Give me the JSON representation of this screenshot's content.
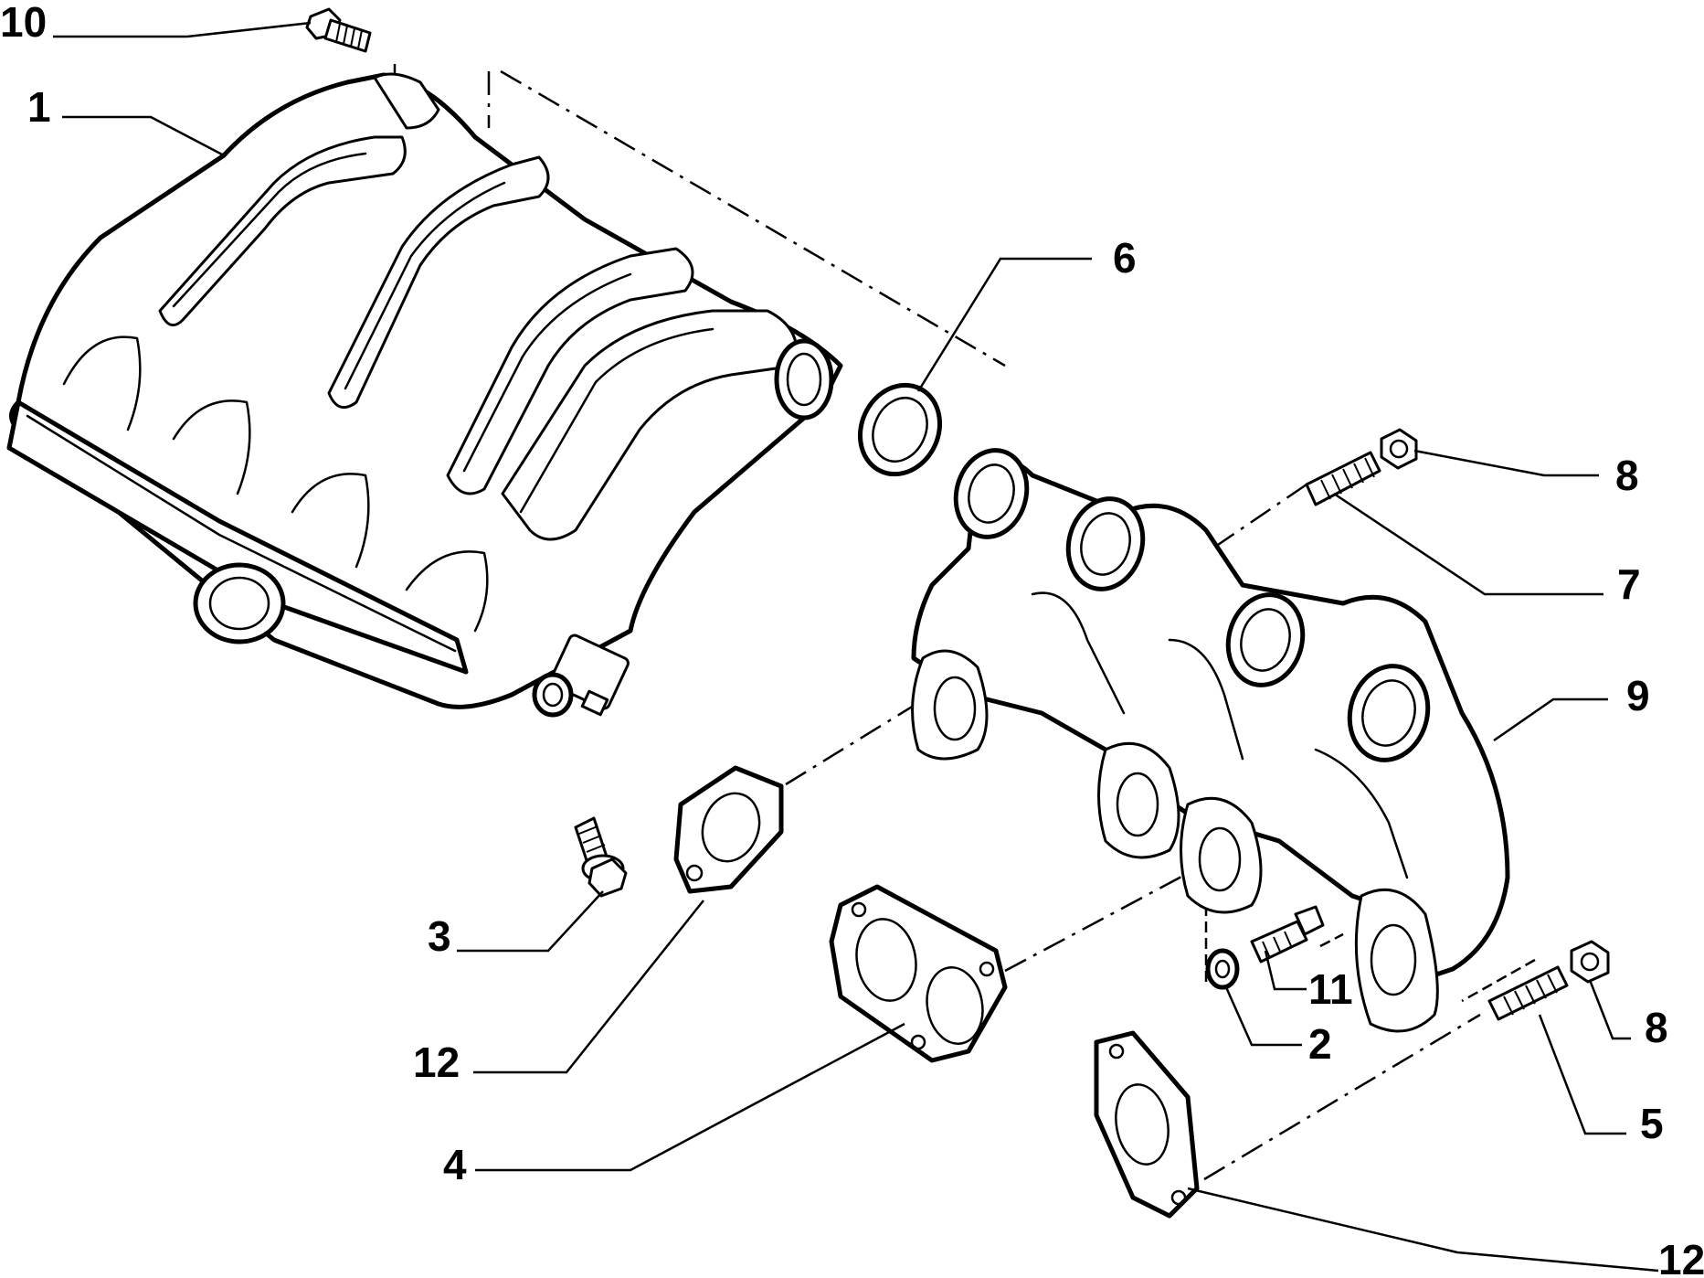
{
  "diagram": {
    "callouts": [
      {
        "id": "c10",
        "label": "10"
      },
      {
        "id": "c1",
        "label": "1"
      },
      {
        "id": "c6",
        "label": "6"
      },
      {
        "id": "c8a",
        "label": "8"
      },
      {
        "id": "c7",
        "label": "7"
      },
      {
        "id": "c9",
        "label": "9"
      },
      {
        "id": "c3",
        "label": "3"
      },
      {
        "id": "c11",
        "label": "11"
      },
      {
        "id": "c2",
        "label": "2"
      },
      {
        "id": "c8b",
        "label": "8"
      },
      {
        "id": "c12a",
        "label": "12"
      },
      {
        "id": "c5",
        "label": "5"
      },
      {
        "id": "c4",
        "label": "4"
      },
      {
        "id": "c12b",
        "label": "12"
      }
    ],
    "colors": {
      "ink": "#000000",
      "paper": "#ffffff"
    }
  }
}
